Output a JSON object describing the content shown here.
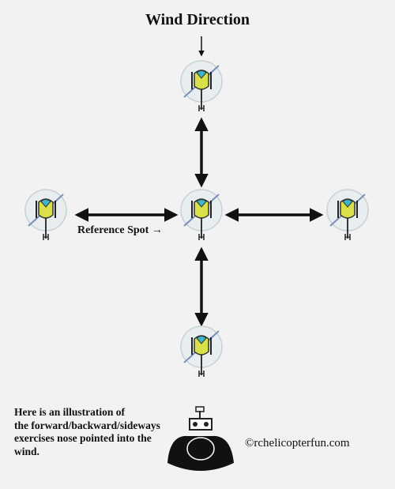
{
  "diagram": {
    "title": "Wind Direction",
    "reference_label": "Reference Spot →",
    "caption_lines": [
      "Here is an illustration of",
      "the forward/backward/sideways",
      "exercises nose pointed into the",
      "wind."
    ],
    "copyright": "©rchelicopterfun.com",
    "positions": [
      "top",
      "left",
      "center",
      "right",
      "bottom"
    ],
    "colors": {
      "background": "#f2f2f2",
      "arrow": "#111111",
      "canopy": "#d9e04a",
      "rotor_disc": "#cfe6ee",
      "rotor_outline": "#6a7a88"
    },
    "icons": [
      "helicopter-icon",
      "pilot-icon",
      "wind-arrow-icon"
    ]
  }
}
